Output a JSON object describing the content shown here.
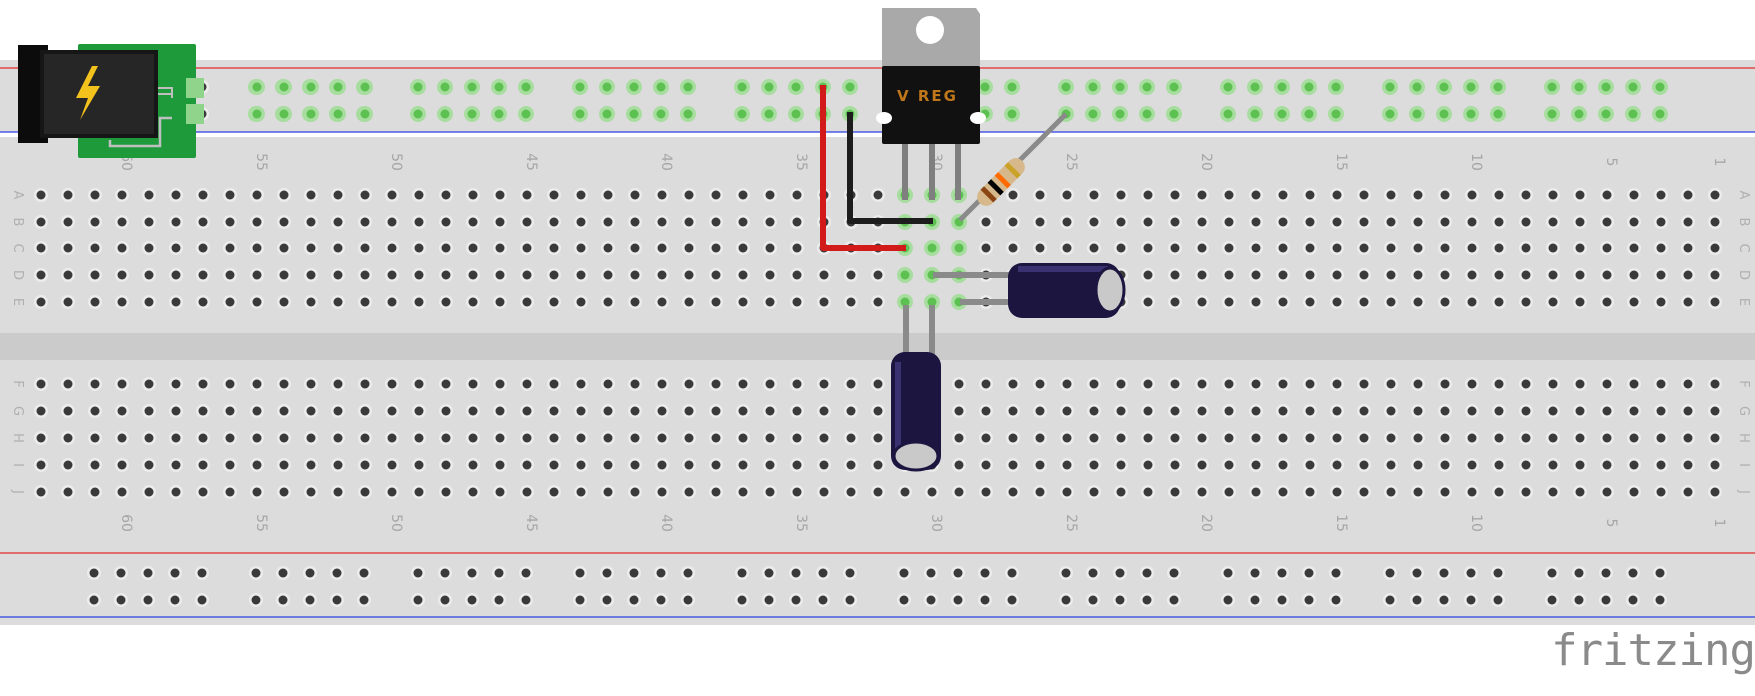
{
  "breadboard": {
    "column_numbers": [
      "60",
      "55",
      "50",
      "45",
      "40",
      "35",
      "30",
      "25",
      "20",
      "15",
      "10",
      "5",
      "1"
    ],
    "row_letters_top": [
      "A",
      "B",
      "C",
      "D",
      "E"
    ],
    "row_letters_bottom": [
      "F",
      "G",
      "H",
      "I",
      "J"
    ],
    "colors": {
      "board": "#dcdcdc",
      "rail_positive_line": "#e22b2b",
      "rail_negative_line": "#2b3fe2",
      "hole": "#3a3a3a",
      "hole_active": "#5dc152"
    }
  },
  "components": {
    "power_jack": {
      "icon": "lightning-bolt-icon",
      "color": "#f4c21c"
    },
    "regulator": {
      "label": "V REG"
    },
    "resistor": {
      "bands": [
        "#8b4513",
        "#000000",
        "#ff6a00",
        "#c9a227"
      ]
    },
    "capacitor_1": {
      "color": "#1c1540"
    },
    "capacitor_2": {
      "color": "#1c1540"
    },
    "wire_red": {
      "color": "#d21a1a"
    },
    "wire_black": {
      "color": "#1d1d1d"
    }
  },
  "brand": {
    "text": "fritzing"
  }
}
